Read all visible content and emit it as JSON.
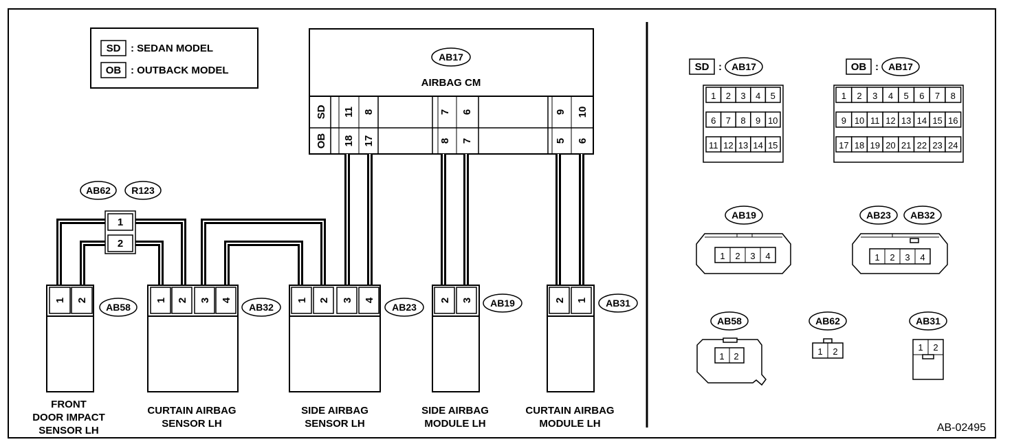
{
  "legend": {
    "sd_code": "SD",
    "sd_text": ": SEDAN MODEL",
    "ob_code": "OB",
    "ob_text": ": OUTBACK MODEL"
  },
  "cm": {
    "ref": "AB17",
    "title": "AIRBAG CM",
    "sd_row_label": "SD",
    "ob_row_label": "OB",
    "sd_pins": [
      "11",
      "8",
      "7",
      "6",
      "9",
      "10"
    ],
    "ob_pins": [
      "18",
      "17",
      "8",
      "7",
      "5",
      "6"
    ]
  },
  "joint": {
    "ref1": "AB62",
    "ref2": "R123",
    "pins": [
      "1",
      "2"
    ]
  },
  "components": {
    "front_door": {
      "ref": "AB58",
      "pins": [
        "1",
        "2"
      ],
      "label": [
        "FRONT",
        "DOOR IMPACT",
        "SENSOR LH"
      ]
    },
    "curtain_sensor": {
      "ref": "AB32",
      "pins": [
        "1",
        "2",
        "3",
        "4"
      ],
      "label": [
        "CURTAIN AIRBAG",
        "SENSOR LH"
      ]
    },
    "side_sensor": {
      "ref": "AB23",
      "pins": [
        "1",
        "2",
        "3",
        "4"
      ],
      "label": [
        "SIDE AIRBAG",
        "SENSOR LH"
      ]
    },
    "side_module": {
      "ref": "AB19",
      "pins": [
        "2",
        "3"
      ],
      "label": [
        "SIDE AIRBAG",
        "MODULE LH"
      ]
    },
    "curtain_module": {
      "ref": "AB31",
      "pins": [
        "2",
        "1"
      ],
      "label": [
        "CURTAIN AIRBAG",
        "MODULE LH"
      ]
    }
  },
  "connector_views": {
    "sd_code": "SD",
    "sd_ref": "AB17",
    "ob_code": "OB",
    "ob_ref": "AB17",
    "sd_grid": [
      [
        "1",
        "2",
        "3",
        "4",
        "5"
      ],
      [
        "6",
        "7",
        "8",
        "9",
        "10"
      ],
      [
        "11",
        "12",
        "13",
        "14",
        "15"
      ]
    ],
    "ob_grid": [
      [
        "1",
        "2",
        "3",
        "4",
        "5",
        "6",
        "7",
        "8"
      ],
      [
        "9",
        "10",
        "11",
        "12",
        "13",
        "14",
        "15",
        "16"
      ],
      [
        "17",
        "18",
        "19",
        "20",
        "21",
        "22",
        "23",
        "24"
      ]
    ],
    "ab19_ref": "AB19",
    "ab19_pins": [
      "1",
      "2",
      "3",
      "4"
    ],
    "ab23_ref": "AB23",
    "ab32_ref": "AB32",
    "ab23_pins": [
      "1",
      "2",
      "3",
      "4"
    ],
    "ab58_ref": "AB58",
    "ab58_pins": [
      "1",
      "2"
    ],
    "ab62_ref": "AB62",
    "ab62_pins": [
      "1",
      "2"
    ],
    "ab31_ref": "AB31",
    "ab31_pins": [
      "1",
      "2"
    ]
  },
  "figure_id": "AB-02495"
}
